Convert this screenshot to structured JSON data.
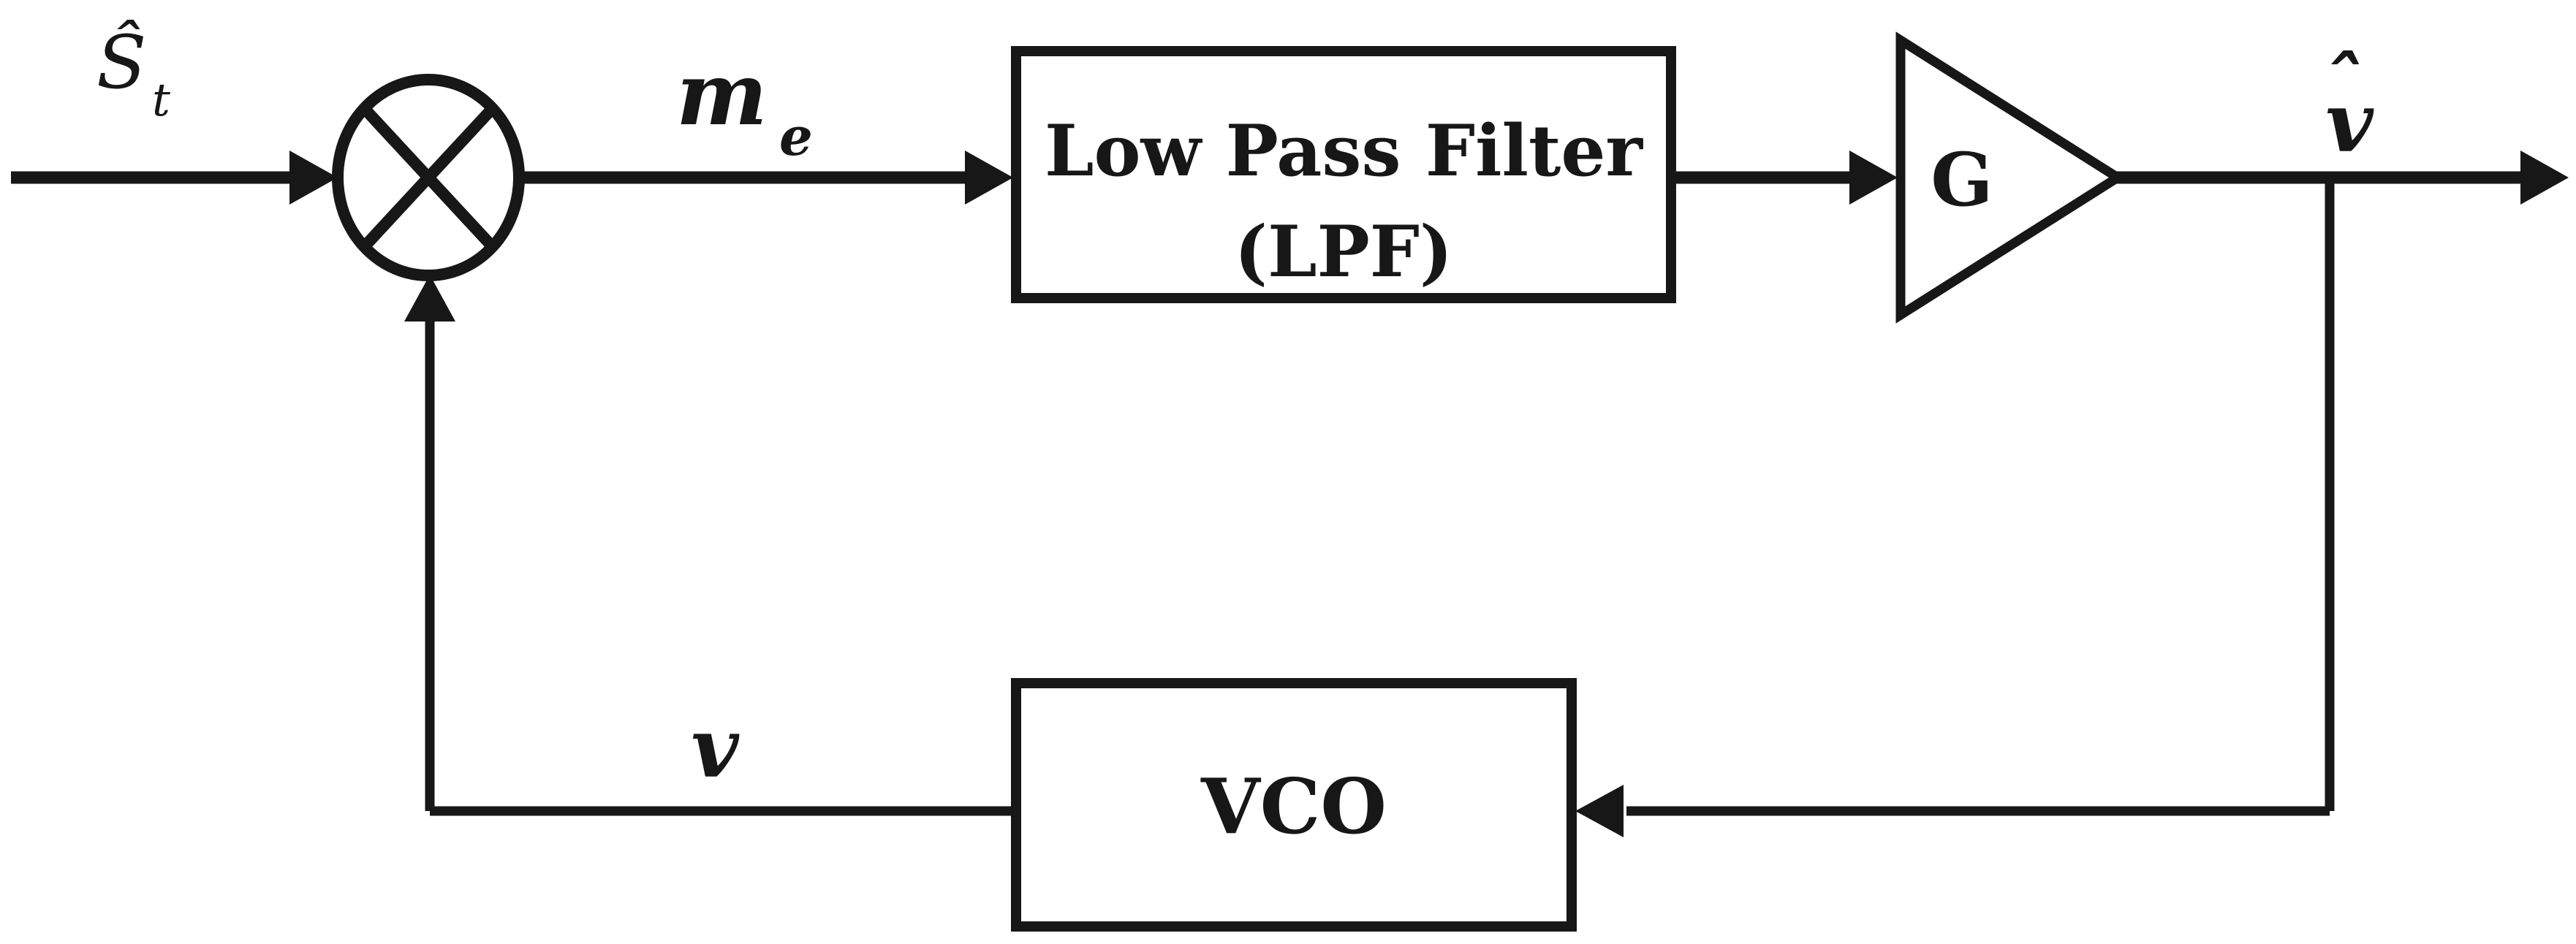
{
  "colors": {
    "ink": "#171717",
    "background": "#ffffff"
  },
  "icons": {
    "multiplier": "mixer-circle-cross-icon",
    "amplifier": "gain-triangle-icon",
    "arrowheads": "solid-black-arrowhead"
  },
  "labels": {
    "input": {
      "base": "Ŝ",
      "subscript": "t"
    },
    "error": {
      "base": "m",
      "subscript": "e"
    },
    "lpf": {
      "line1": "Low Pass Filter",
      "line2": "(LPF)"
    },
    "gain": "G",
    "output": {
      "hat": "ˆ",
      "base": "v"
    },
    "feedback": {
      "base": "v"
    },
    "vco": "VCO"
  }
}
